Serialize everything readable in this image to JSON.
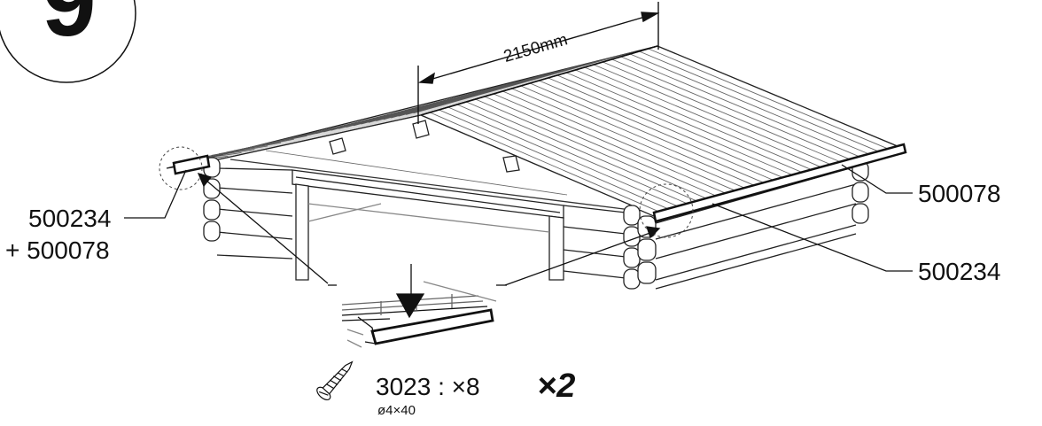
{
  "step": {
    "number": "9"
  },
  "dimension": {
    "label": "2150mm"
  },
  "callouts": {
    "left_line1": "500234",
    "left_line2": "+ 500078",
    "right_top": "500078",
    "right_bottom": "500234"
  },
  "screw": {
    "spec": "3023 : ×8",
    "size": "ø4×40",
    "multiplier": "×2",
    "icon": "screw-icon"
  }
}
